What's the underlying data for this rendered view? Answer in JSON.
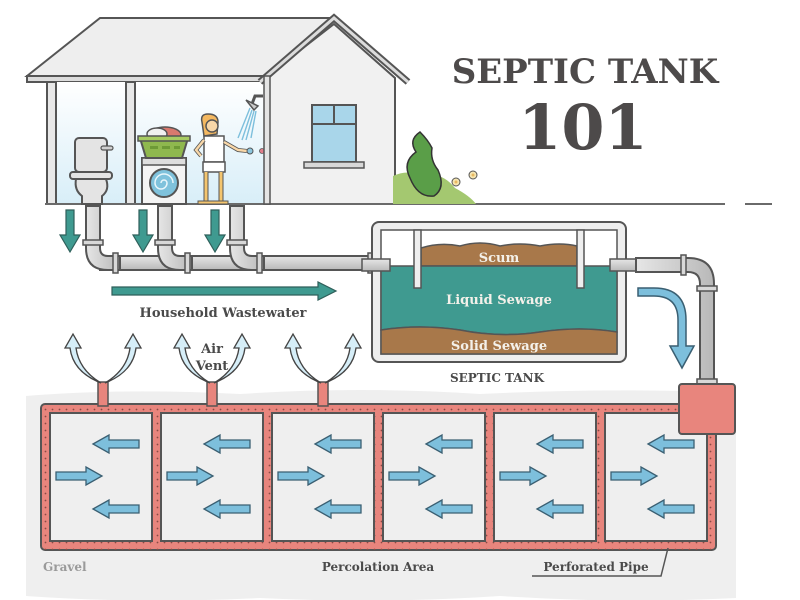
{
  "title": {
    "line1": "SEPTIC TANK",
    "line2": "101"
  },
  "labels": {
    "household_wastewater": "Household Wastewater",
    "air_vent_line1": "Air",
    "air_vent_line2": "Vent",
    "septic_tank": "SEPTIC TANK",
    "gravel": "Gravel",
    "percolation_area": "Percolation Area",
    "perforated_pipe": "Perforated Pipe"
  },
  "tank_layers": [
    {
      "name": "scum",
      "label": "Scum"
    },
    {
      "name": "liquid-sewage",
      "label": "Liquid Sewage"
    },
    {
      "name": "solid-sewage",
      "label": "Solid Sewage"
    }
  ],
  "house_fixtures": [
    "toilet",
    "washing-machine",
    "shower"
  ],
  "percolation_cells": 6,
  "colors": {
    "outline": "#4a4a4a",
    "teal": "#3f9a90",
    "brown": "#a8784a",
    "pipe_grey": "#cfcfcf",
    "perforated_pipe": "#e8857d",
    "arrow_blue": "#7dbfdc",
    "gravel": "#efefef",
    "plant_green": "#9cc46a"
  }
}
